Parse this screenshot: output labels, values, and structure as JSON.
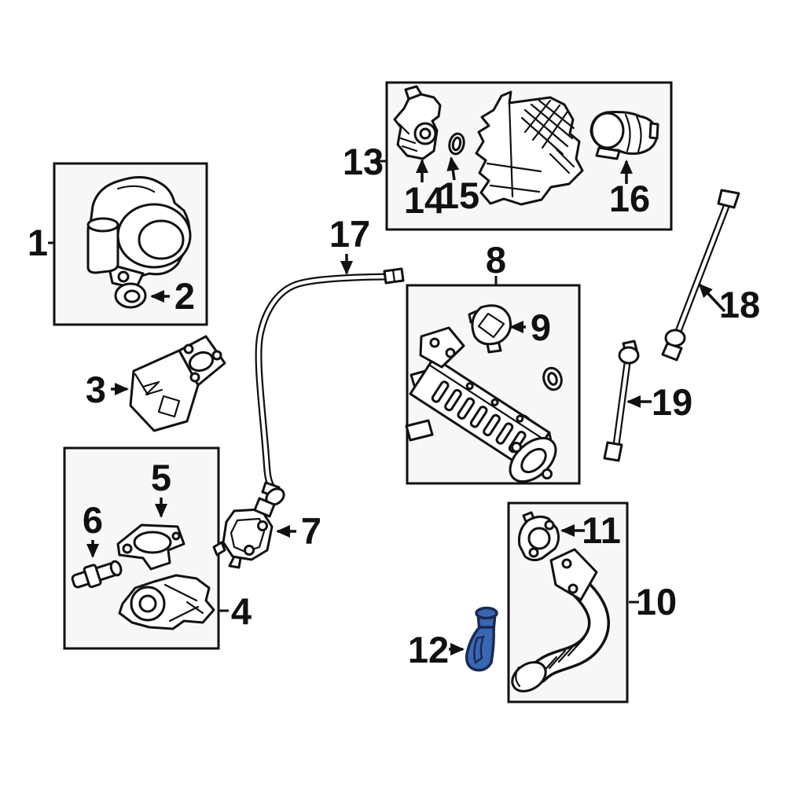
{
  "figure": {
    "type": "exploded-parts-diagram",
    "background": "#ffffff",
    "highlighted_part": "12"
  },
  "colors": {
    "line": "#111111",
    "box_fill": "#f7f7f7",
    "label": "#111111",
    "highlight_fill": "#3a67b4",
    "highlight_stroke": "#1b2a52",
    "background": "#ffffff"
  },
  "parts": [
    {
      "label": "1",
      "highlighted": false
    },
    {
      "label": "2",
      "highlighted": false
    },
    {
      "label": "3",
      "highlighted": false
    },
    {
      "label": "4",
      "highlighted": false
    },
    {
      "label": "5",
      "highlighted": false
    },
    {
      "label": "6",
      "highlighted": false
    },
    {
      "label": "7",
      "highlighted": false
    },
    {
      "label": "8",
      "highlighted": false
    },
    {
      "label": "9",
      "highlighted": false
    },
    {
      "label": "10",
      "highlighted": false
    },
    {
      "label": "11",
      "highlighted": false
    },
    {
      "label": "12",
      "highlighted": true
    },
    {
      "label": "13",
      "highlighted": false
    },
    {
      "label": "14",
      "highlighted": false
    },
    {
      "label": "15",
      "highlighted": false
    },
    {
      "label": "16",
      "highlighted": false
    },
    {
      "label": "17",
      "highlighted": false
    },
    {
      "label": "18",
      "highlighted": false
    },
    {
      "label": "19",
      "highlighted": false
    }
  ],
  "group_boxes": [
    {
      "label": "1",
      "contains": [
        "1",
        "2"
      ]
    },
    {
      "label": "13",
      "contains": [
        "14",
        "15",
        "16"
      ]
    },
    {
      "label": "4",
      "contains": [
        "4",
        "5",
        "6"
      ]
    },
    {
      "label": "8",
      "contains": [
        "9"
      ]
    },
    {
      "label": "10",
      "contains": [
        "10",
        "11"
      ]
    }
  ]
}
